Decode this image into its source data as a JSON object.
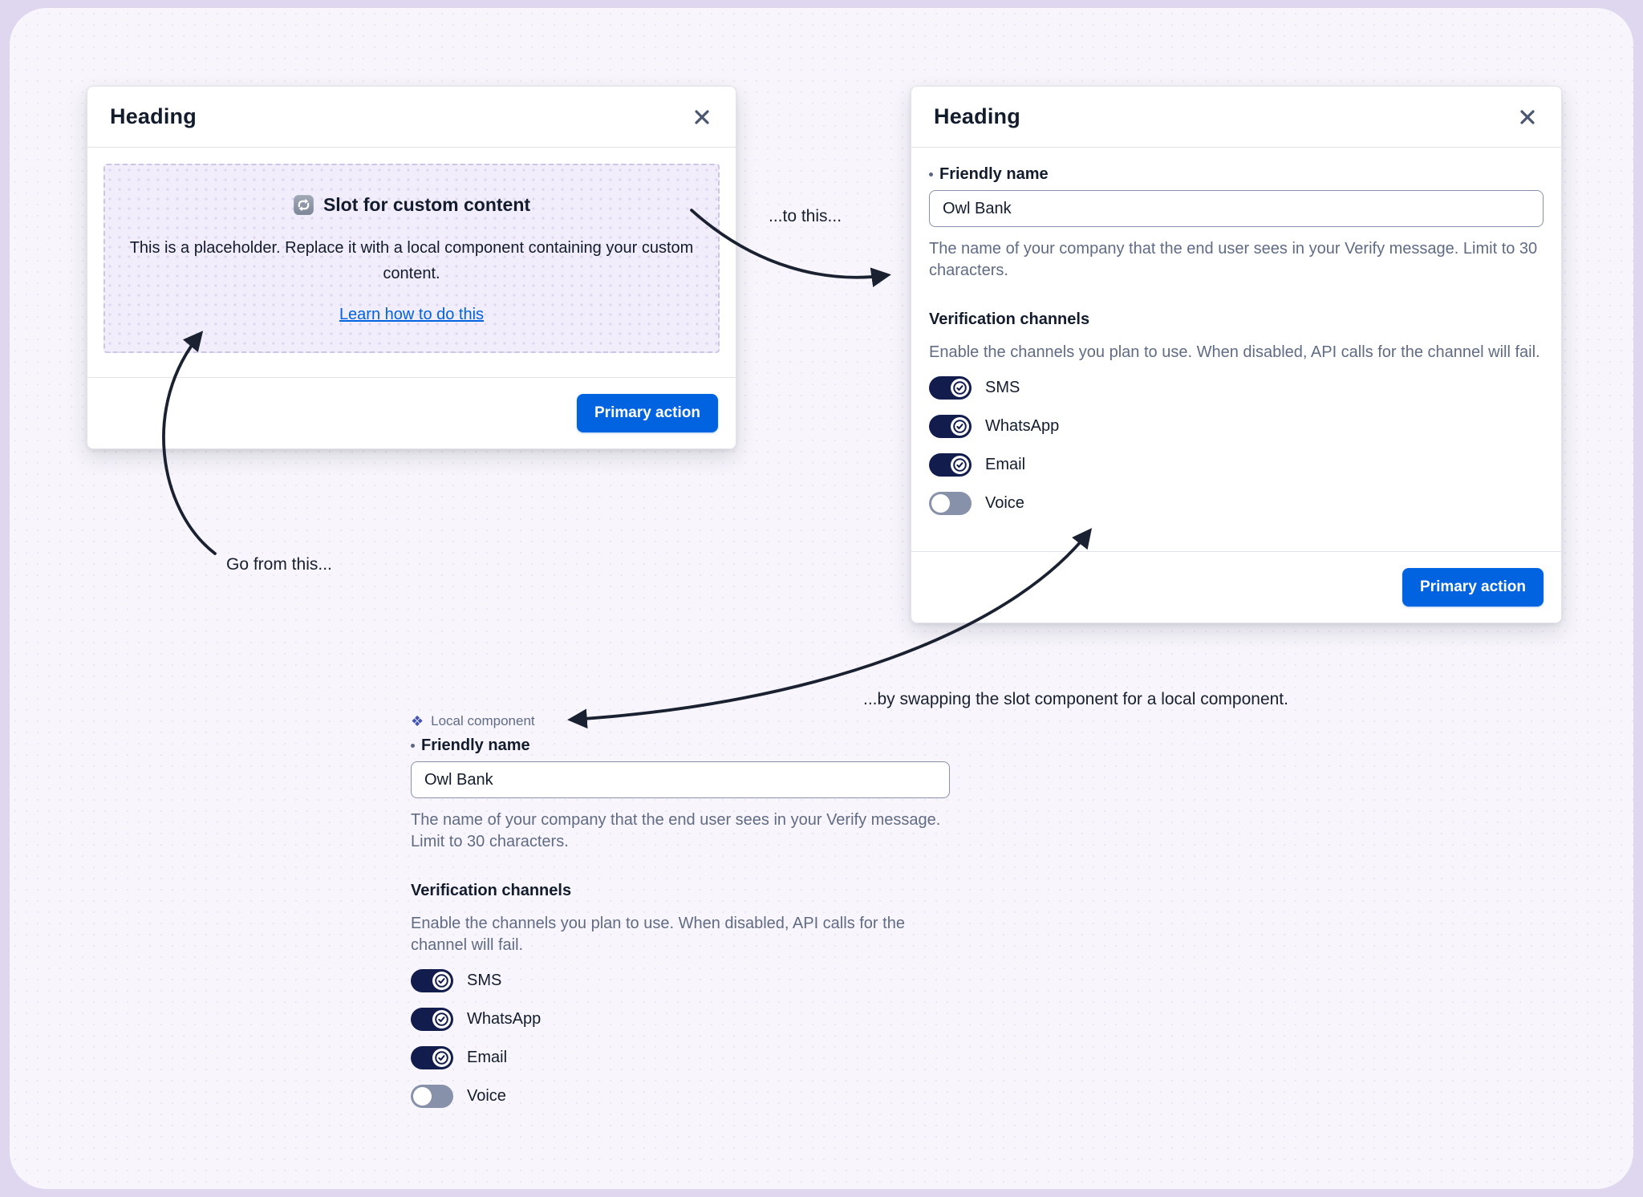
{
  "colors": {
    "accent_blue": "#0263e0",
    "toggle_on_navy": "#121c4d",
    "toggle_off_gray": "#8891aa",
    "text_primary": "#121c2d",
    "text_secondary": "#606b85",
    "arrow_ink": "#1a2130"
  },
  "annotations": {
    "go_from_this": "Go from this...",
    "to_this": "...to this...",
    "by_swapping": "...by swapping the slot component for a local component."
  },
  "slot_modal": {
    "heading": "Heading",
    "slot_title": "Slot for custom content",
    "slot_body": "This is a placeholder. Replace it with a local component containing your custom content.",
    "slot_link": "Learn how to do this",
    "primary_action": "Primary action"
  },
  "form_modal": {
    "heading": "Heading",
    "friendly_name_label": "Friendly name",
    "friendly_name_value": "Owl Bank",
    "friendly_name_help": "The name of your company that the end user sees in your Verify message. Limit to 30 characters.",
    "channels_label": "Verification channels",
    "channels_help": "Enable the channels you plan to use. When disabled, API calls for the channel will fail.",
    "channels": [
      {
        "label": "SMS",
        "on": true
      },
      {
        "label": "WhatsApp",
        "on": true
      },
      {
        "label": "Email",
        "on": true
      },
      {
        "label": "Voice",
        "on": false
      }
    ],
    "primary_action": "Primary action"
  },
  "local_form": {
    "badge_icon": "❖",
    "badge_label": "Local component",
    "friendly_name_label": "Friendly name",
    "friendly_name_value": "Owl Bank",
    "friendly_name_help": "The name of your company that the end user sees in your Verify message. Limit to 30 characters.",
    "channels_label": "Verification channels",
    "channels_help": "Enable the channels you plan to use. When disabled, API calls for the channel will fail.",
    "channels": [
      {
        "label": "SMS",
        "on": true
      },
      {
        "label": "WhatsApp",
        "on": true
      },
      {
        "label": "Email",
        "on": true
      },
      {
        "label": "Voice",
        "on": false
      }
    ]
  }
}
